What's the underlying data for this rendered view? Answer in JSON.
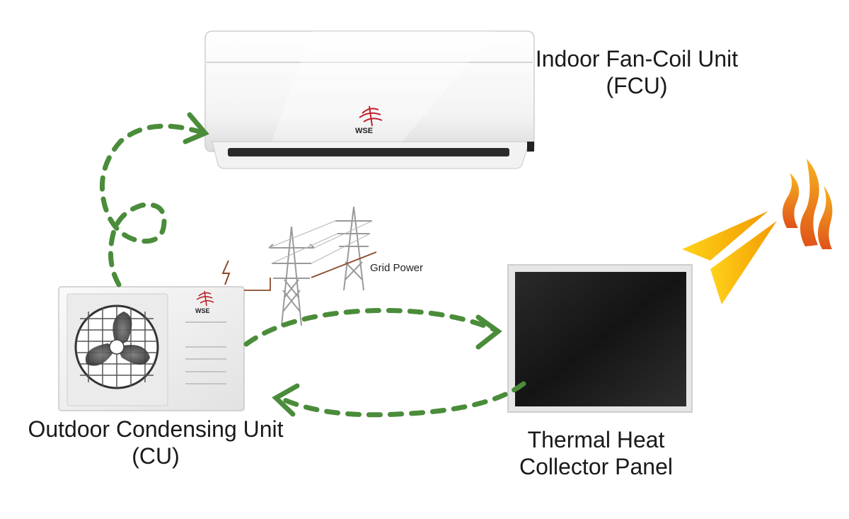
{
  "labels": {
    "fcu_line1": "Indoor Fan-Coil Unit",
    "fcu_line2": "(FCU)",
    "cu_line1": "Outdoor Condensing Unit",
    "cu_line2": "(CU)",
    "panel_line1": "Thermal Heat",
    "panel_line2": "Collector Panel",
    "grid_power": "Grid Power"
  },
  "brand": {
    "logo_text": "WSE",
    "logo_color": "#c0202a"
  },
  "colors": {
    "flow_arrow": "#4a8c3a",
    "panel_surface": "#1c1c1c",
    "sun": "#f4b400",
    "heat": "#f08a1c",
    "tower": "#9a9a9a",
    "power_line": "#8a4a2a"
  },
  "icons": [
    "indoor-unit-icon",
    "outdoor-unit-icon",
    "solar-panel-icon",
    "power-tower-icon",
    "sun-rays-icon",
    "heat-waves-icon",
    "lightning-icon"
  ]
}
